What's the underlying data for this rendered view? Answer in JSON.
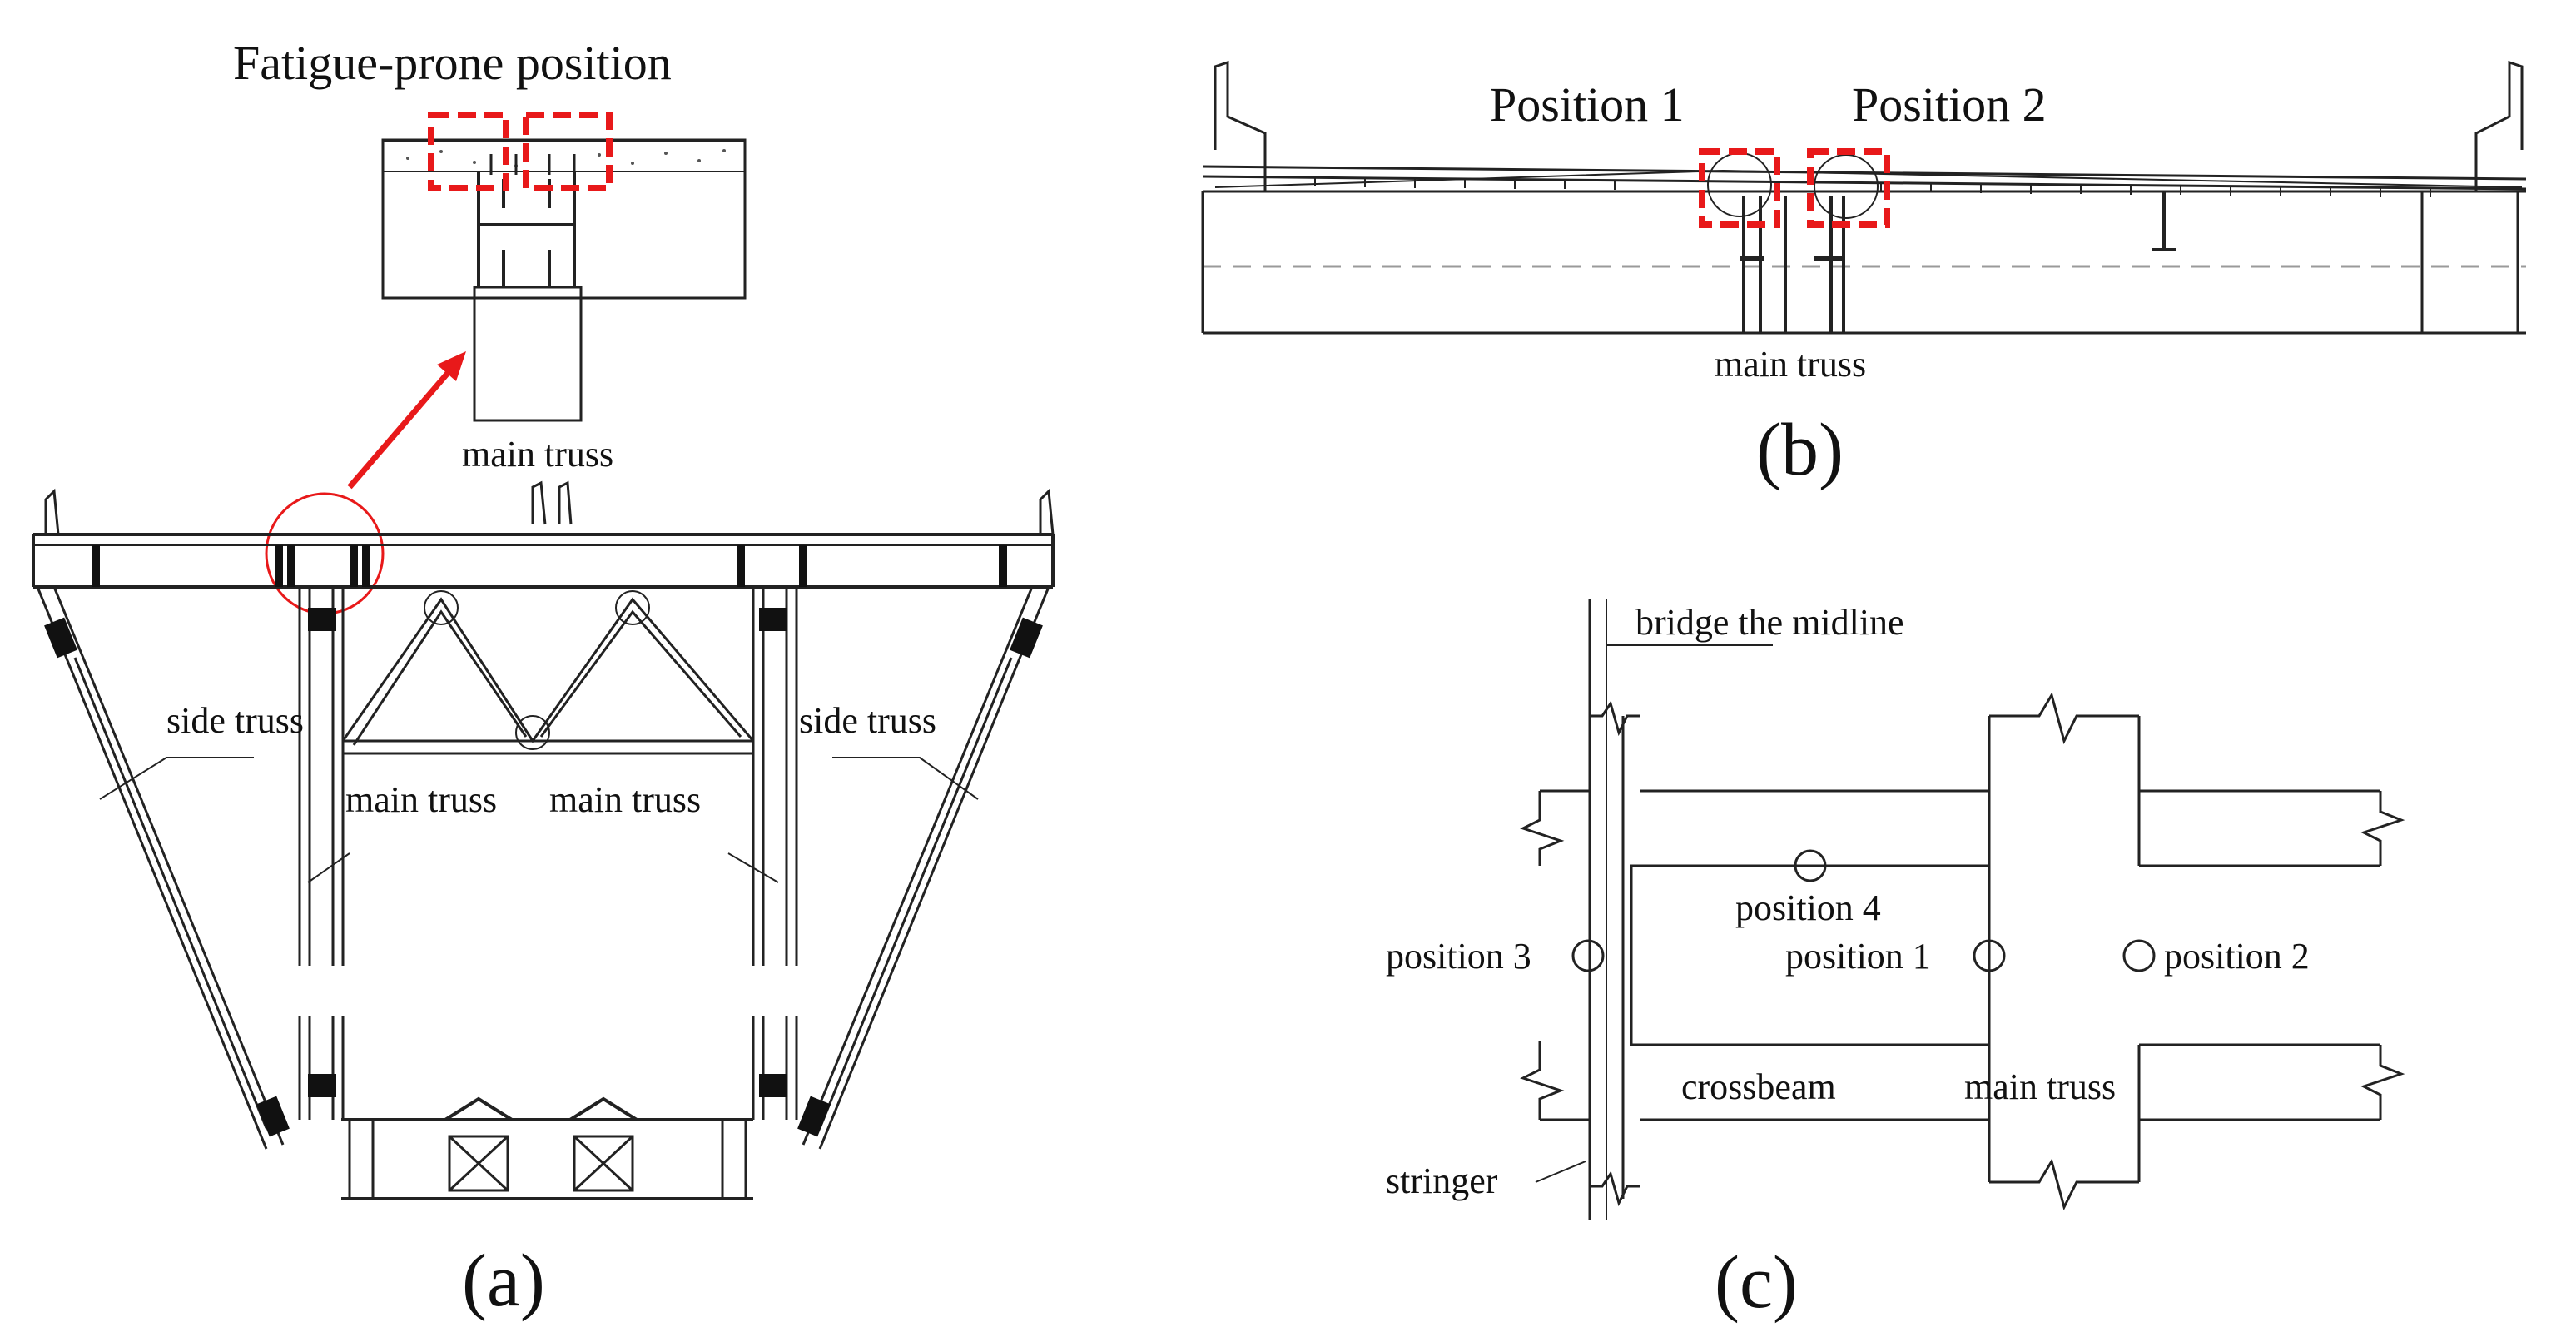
{
  "colors": {
    "highlight": "#e8191a",
    "line": "#222222",
    "dash_gray": "#9a9a9a"
  },
  "panel_a": {
    "title": "Fatigue-prone position",
    "detail_label": "main truss",
    "left_side_truss": "side truss",
    "right_side_truss": "side truss",
    "left_main_truss": "main truss",
    "right_main_truss": "main truss",
    "caption": "(a)"
  },
  "panel_b": {
    "position_1": "Position 1",
    "position_2": "Position 2",
    "main_truss": "main truss",
    "caption": "(b)"
  },
  "panel_c": {
    "midline": "bridge the midline",
    "position_4": "position 4",
    "position_3": "position 3",
    "position_1": "position 1",
    "position_2": "position 2",
    "crossbeam": "crossbeam",
    "main_truss": "main truss",
    "stringer": "stringer",
    "caption": "(c)"
  }
}
